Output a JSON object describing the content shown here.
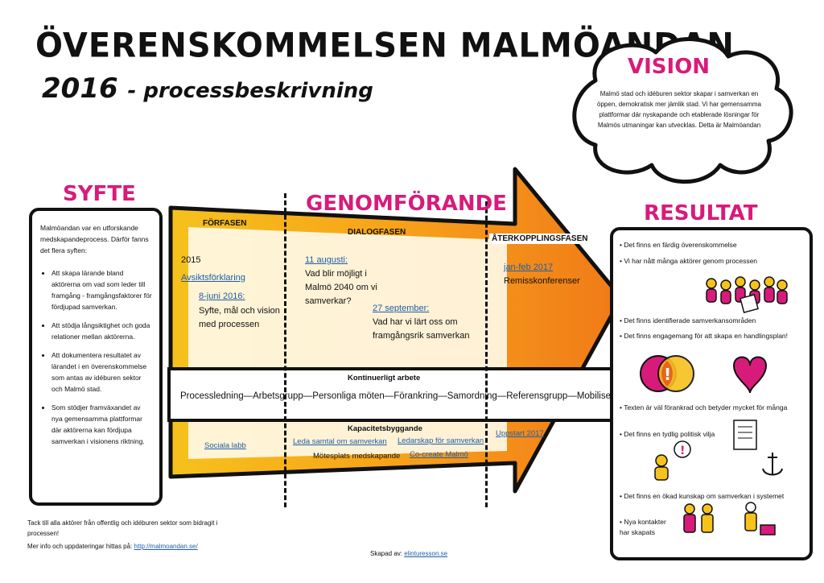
{
  "title": {
    "line1": "ÖVERENSKOMMELSEN MALMÖANDAN",
    "line2_year": "2016",
    "line2_sub": "- processbeskrivning"
  },
  "vision": {
    "heading": "VISION",
    "text": "Malmö stad och idéburen sektor skapar i samverkan en öppen, demokratisk mer jämlik stad. Vi har gemensamma plattformar där nyskapande och etablerade lösningar för Malmös utmaningar kan utvecklas. Detta är Malmöandan"
  },
  "syfte": {
    "heading": "SYFTE",
    "intro": "Malmöandan var en utforskande medskapandeprocess. Därför fanns det flera syften:",
    "bullets": [
      "Att skapa lärande bland aktörerna om vad som leder till framgång - framgångsfaktorer för fördjupad samverkan.",
      "Att stödja långsiktighet och goda relationer mellan aktörerna.",
      "Att dokumentera resultatet av lärandet i en överenskommelse som antas av idéburen sektor och Malmö stad.",
      "Som stödjer framväxandet av nya gemensamma plattformar där aktörerna kan fördjupa samverkan i visionens riktning."
    ]
  },
  "genomforande": {
    "heading": "GENOMFÖRANDE",
    "phases": [
      "FÖRFASEN",
      "DIALOGFASEN",
      "ÅTERKOPPLINGSFASEN"
    ],
    "forfasen": {
      "year": "2015",
      "link1": "Avsiktsförklaring",
      "date2": "8-juni 2016:",
      "text2": "Syfte, mål och vision med processen"
    },
    "dialogfasen": {
      "date1": "11 augusti:",
      "text1": "Vad blir möjligt i Malmö 2040 om vi samverkar?",
      "date2": "27 september:",
      "text2": "Vad har vi lärt oss om framgångsrik samverkan"
    },
    "aterkoppling": {
      "date": "jan-feb 2017",
      "text": "Remisskonferenser"
    },
    "kontinuerligt": {
      "heading": "Kontinuerligt arbete",
      "text": "Processledning—Arbetsgrupp—Personliga möten—Förankring—Samordning—Referensgrupp—Mobilisering"
    },
    "kapacitet": {
      "heading": "Kapacitetsbyggande",
      "sociala_labb": "Sociala labb",
      "leda_samtal": "Leda samtal om samverkan",
      "ledarskap": "Ledarskap för samverkan",
      "motesplats": "Mötesplats medskapande",
      "cocreate": "Co-create Malmö",
      "uppstart": "Uppstart 2017"
    }
  },
  "resultat": {
    "heading": "RESULTAT",
    "items": [
      "Det finns en färdig överenskommelse",
      "Vi har nått många aktörer genom processen",
      "Det finns identifierade samverkansområden",
      "Det finns engagemang för att skapa en handlingsplan!",
      "Texten är väl förankrad och betyder mycket för många",
      "Det finns en tydlig politisk vilja",
      "Det finns en ökad kunskap om samverkan i systemet",
      "Nya kontakter har skapats"
    ]
  },
  "footer": {
    "thanks": "Tack till alla aktörer från offentlig och idéburen sektor som bidragit i processen!",
    "more_info": "Mer info och uppdateringar hittas på:",
    "url": "http://malmoandan.se/",
    "created_by": "Skapad av:",
    "creator": "elinturesson.se"
  },
  "colors": {
    "accent": "#d81b7a",
    "arrow_yellow": "#f6c21c",
    "arrow_orange": "#f07a18",
    "link": "#1f5fa8"
  }
}
